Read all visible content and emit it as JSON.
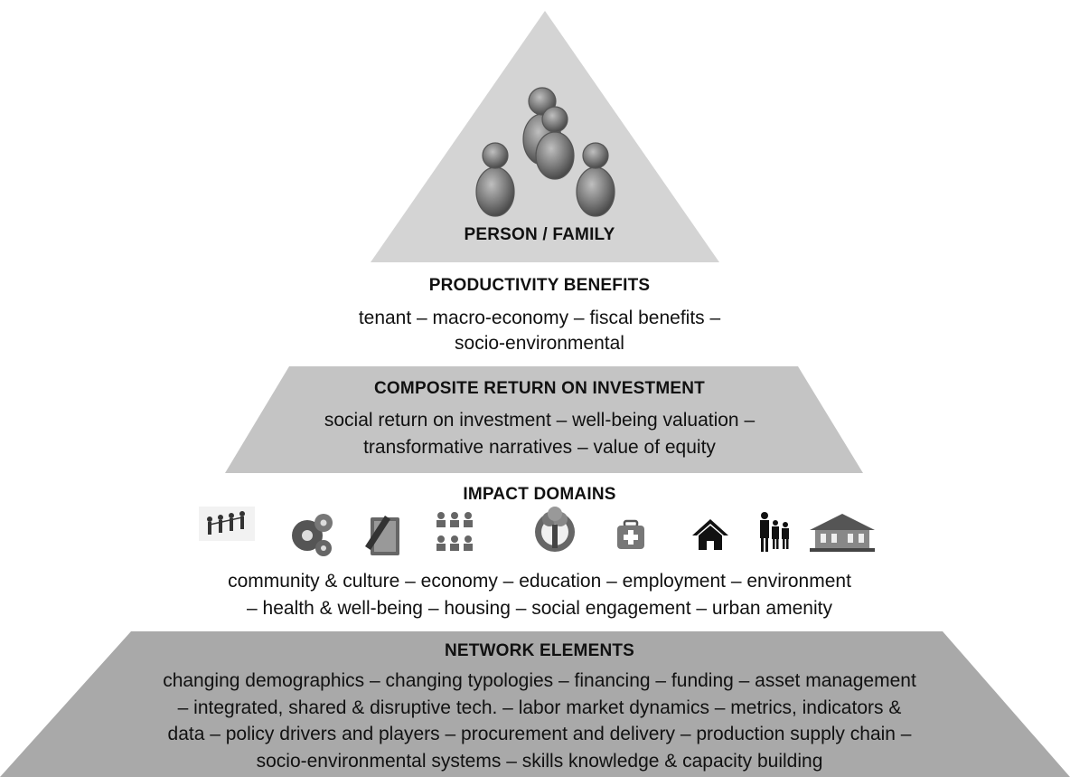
{
  "apex": {
    "label": "PERSON / FAMILY"
  },
  "productivity": {
    "heading": "PRODUCTIVITY BENEFITS",
    "lines": [
      "tenant – macro-economy – fiscal benefits –",
      "socio-environmental"
    ]
  },
  "composite": {
    "heading": "COMPOSITE RETURN ON INVESTMENT",
    "lines": [
      "social return on investment – well-being valuation –",
      "transformative narratives – value of equity"
    ]
  },
  "impact": {
    "heading": "IMPACT DOMAINS",
    "icons": [
      "community-culture-icon",
      "economy-gears-icon",
      "education-book-icon",
      "employment-people-icon",
      "environment-tree-icon",
      "health-medical-kit-icon",
      "housing-house-icon",
      "social-engagement-people-icon",
      "urban-amenity-building-icon"
    ],
    "lines": [
      "community & culture – economy – education – employment – environment",
      "– health & well-being – housing – social engagement – urban amenity"
    ]
  },
  "network": {
    "heading": "NETWORK ELEMENTS",
    "lines": [
      "changing demographics – changing typologies – financing – funding – asset management",
      "– integrated, shared & disruptive tech. – labor market dynamics – metrics, indicators &",
      "data – policy drivers and players – procurement and delivery – production supply chain –",
      "socio-environmental systems – skills knowledge & capacity building"
    ]
  },
  "colors": {
    "apex": "#d4d4d4",
    "middle": "#c4c4c4",
    "base": "#aaaaaa"
  }
}
